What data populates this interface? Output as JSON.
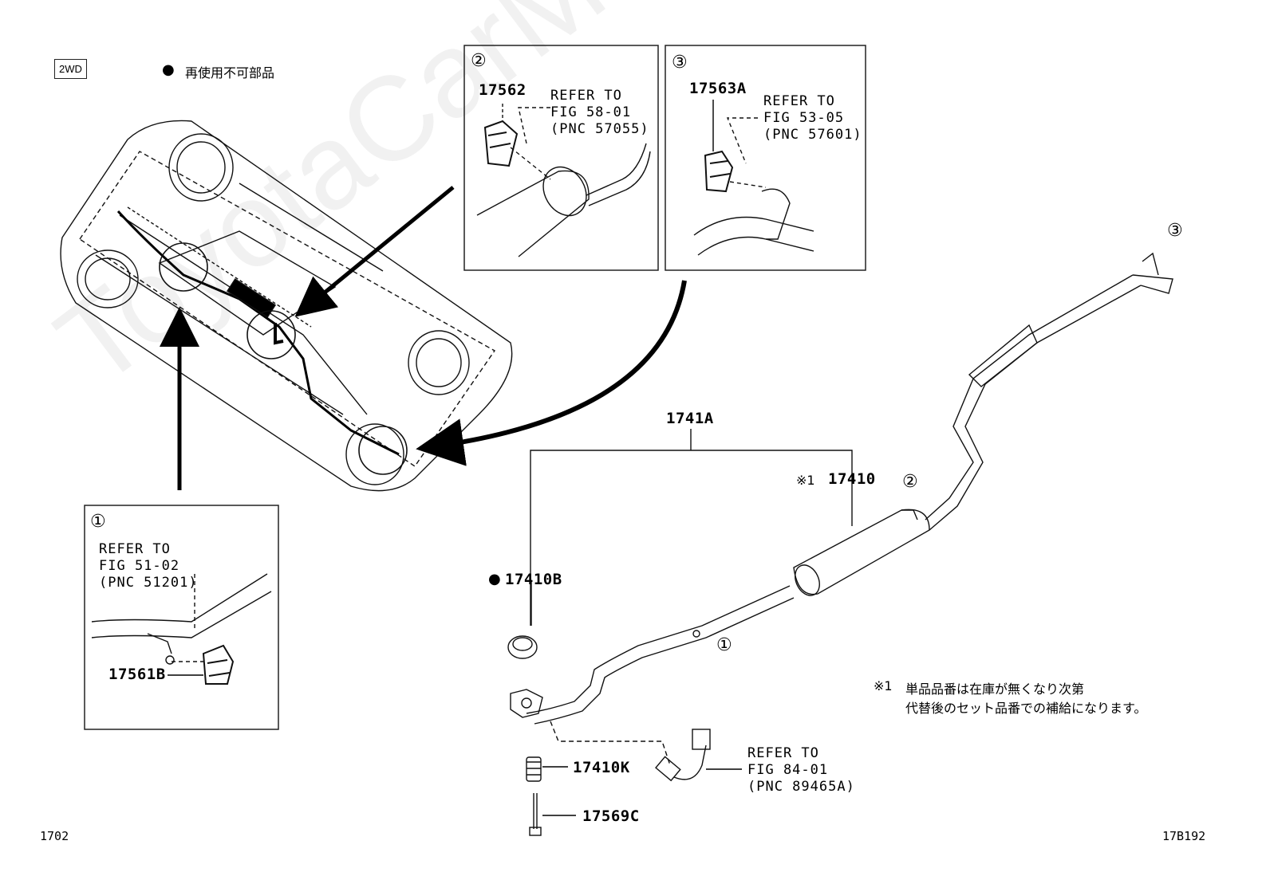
{
  "header": {
    "drive_badge": "2WD",
    "legend_bullet": "●",
    "legend_text": "再使用不可部品"
  },
  "watermark": "ToyotaCarMine.ru",
  "callouts": {
    "c1": "①",
    "c2": "②",
    "c3": "③"
  },
  "boxes": {
    "box2": {
      "number": "②",
      "part": "17562",
      "refer": "REFER TO\nFIG 58-01\n(PNC 57055)"
    },
    "box3": {
      "number": "③",
      "part": "17563A",
      "refer": "REFER TO\nFIG 53-05\n(PNC 57601)"
    },
    "box1": {
      "number": "①",
      "part": "17561B",
      "refer": "REFER TO\nFIG 51-02\n(PNC 51201)"
    }
  },
  "parts": {
    "assembly": "1741A",
    "muffler_mark": "※1",
    "muffler": "17410",
    "gasket_bullet": "●",
    "gasket": "17410B",
    "spring": "17410K",
    "bolt": "17569C"
  },
  "sensor_ref": "REFER TO\nFIG 84-01\n(PNC 89465A)",
  "note": {
    "mark": "※1",
    "line1": "単品品番は在庫が無くなり次第",
    "line2": "代替後のセット品番での補給になります。"
  },
  "footer": {
    "left_code": "1702",
    "right_code": "17B192"
  }
}
